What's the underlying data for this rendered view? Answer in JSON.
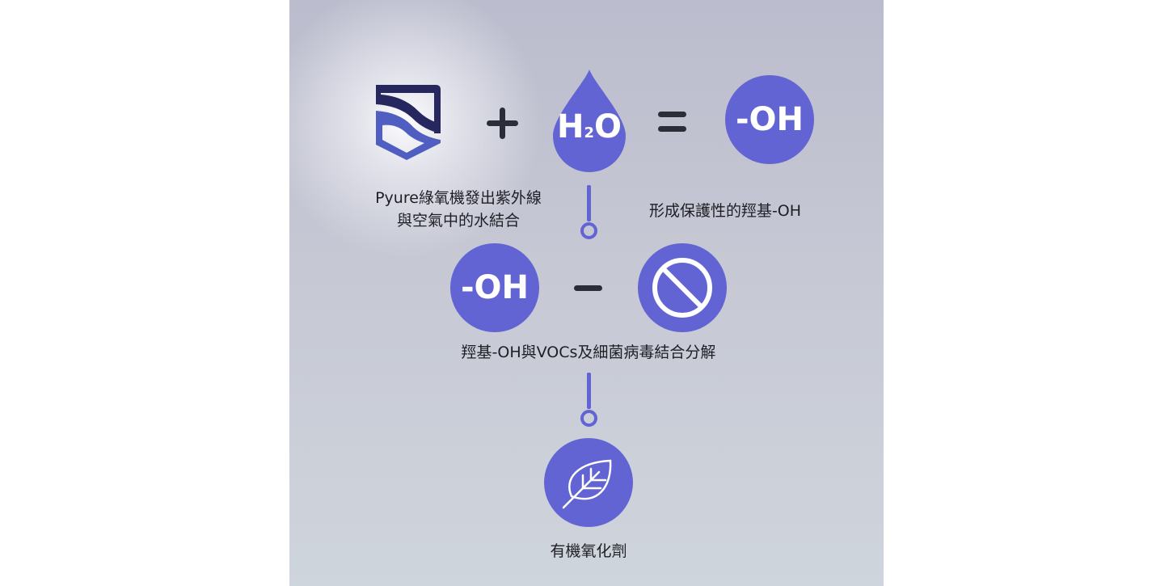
{
  "colors": {
    "accent": "#6264d4",
    "logo_dark": "#26275e",
    "logo_light": "#4f5ec0",
    "operator": "#2b2d38"
  },
  "step1": {
    "logo_icon": "pyure-shield-logo",
    "plus": "+",
    "water_main": "H",
    "water_sub": "2",
    "water_tail": "O",
    "equals": "=",
    "result": "-OH",
    "caption_line1": "Pyure綠氧機發出紫外線",
    "caption_line2": "與空氣中的水結合",
    "result_caption": "形成保護性的羥基-OH"
  },
  "step2": {
    "oh": "-OH",
    "minus": "−",
    "ban_icon": "prohibited-icon",
    "caption": "羥基-OH與VOCs及細菌病毒結合分解"
  },
  "step3": {
    "leaf_icon": "leaf-icon",
    "caption": "有機氧化劑"
  }
}
